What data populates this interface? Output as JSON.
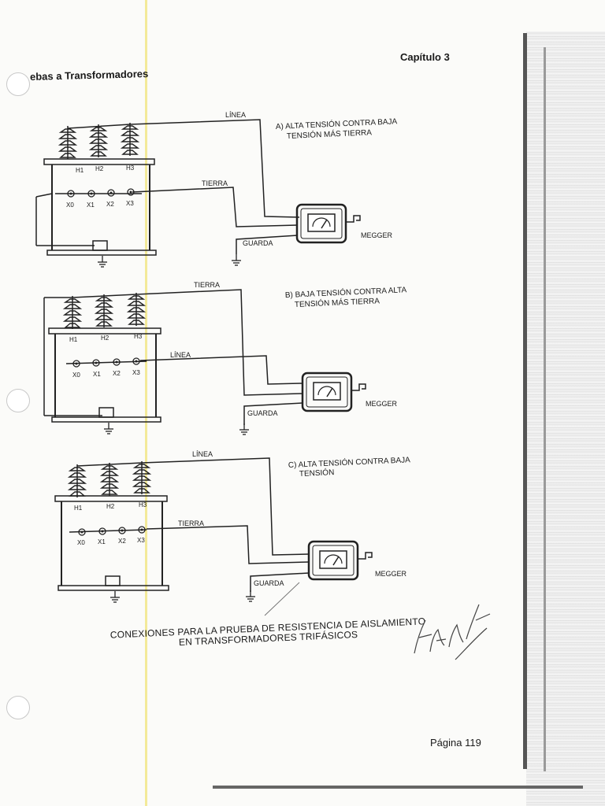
{
  "header": {
    "left": "ebas a Transformadores",
    "right": "Capítulo 3"
  },
  "panels": [
    {
      "title_line1": "A) ALTA TENSIÓN CONTRA BAJA",
      "title_line2": "TENSIÓN MÁS TIERRA",
      "top_wire": "LÍNEA",
      "mid_wire": "TIERRA",
      "guard_label": "GUARDA",
      "meter_label": "MEGGER",
      "high_terminals": [
        "H1",
        "H2",
        "H3"
      ],
      "low_terminals": [
        "X0",
        "X1",
        "X2",
        "X3"
      ]
    },
    {
      "title_line1": "B) BAJA TENSIÓN CONTRA ALTA",
      "title_line2": "TENSIÓN MÁS TIERRA",
      "top_wire": "TIERRA",
      "mid_wire": "LÍNEA",
      "guard_label": "GUARDA",
      "meter_label": "MEGGER",
      "high_terminals": [
        "H1",
        "H2",
        "H3"
      ],
      "low_terminals": [
        "X0",
        "X1",
        "X2",
        "X3"
      ]
    },
    {
      "title_line1": "C) ALTA TENSIÓN CONTRA BAJA",
      "title_line2": "TENSIÓN",
      "top_wire": "LÍNEA",
      "mid_wire": "TIERRA",
      "guard_label": "GUARDA",
      "meter_label": "MEGGER",
      "high_terminals": [
        "H1",
        "H2",
        "H3"
      ],
      "low_terminals": [
        "X0",
        "X1",
        "X2",
        "X3"
      ]
    }
  ],
  "caption": {
    "line1": "CONEXIONES PARA LA PRUEBA DE RESISTENCIA DE AISLAMIENTO",
    "line2": "EN TRANSFORMADORES TRIFÁSICOS"
  },
  "footer": {
    "page": "Página 119"
  }
}
